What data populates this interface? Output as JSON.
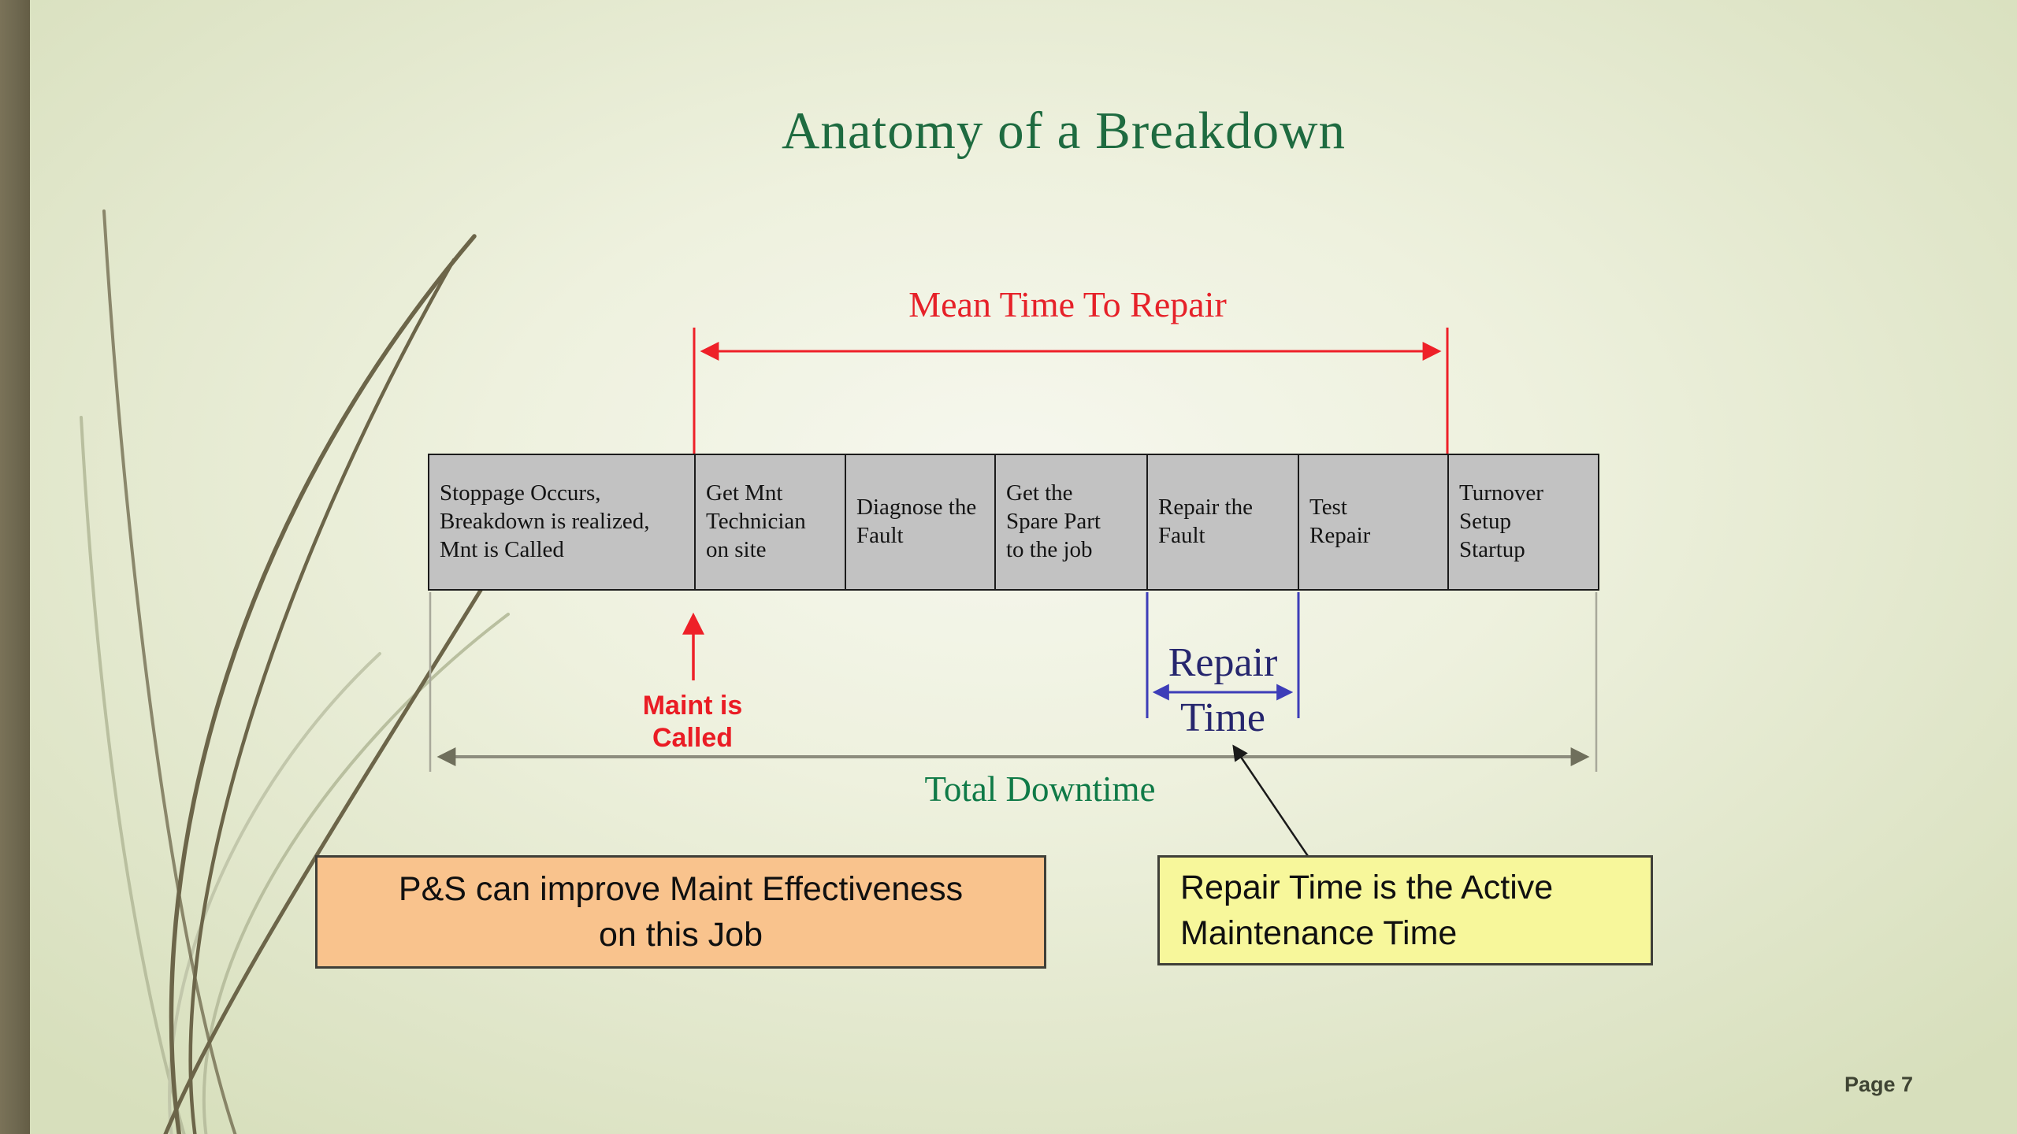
{
  "slide": {
    "title": "Anatomy of a Breakdown",
    "page_label": "Page 7"
  },
  "timeline": {
    "mttr_label": "Mean Time To Repair",
    "total_downtime_label": "Total Downtime",
    "maint_called_label": "Maint is\nCalled",
    "repair_time_word1": "Repair",
    "repair_time_word2": "Time",
    "stages": [
      {
        "label": "Stoppage Occurs,\nBreakdown is realized,\nMnt is Called"
      },
      {
        "label": "Get Mnt\nTechnician\non site"
      },
      {
        "label": "Diagnose the\nFault"
      },
      {
        "label": "Get the\nSpare Part\nto the job"
      },
      {
        "label": "Repair the\nFault"
      },
      {
        "label": "Test\nRepair"
      },
      {
        "label": "Turnover\nSetup\nStartup"
      }
    ]
  },
  "callouts": {
    "improve": {
      "text": "P&S can improve Maint Effectiveness\non this Job"
    },
    "repair_note": {
      "text": "Repair Time is the Active\nMaintenance Time"
    }
  },
  "colors": {
    "title_green": "#1e6b40",
    "downtime_green": "#0f7a47",
    "accent_red": "#ea1c24",
    "repair_blue_line": "#3d3db8",
    "repair_blue_text": "#26266e",
    "downtime_gray": "#8d8d7e",
    "stage_fill": "#c2c2c2",
    "improve_fill": "#f9c38d",
    "note_fill": "#f7f79b",
    "edge_bar": "#6e6850"
  }
}
